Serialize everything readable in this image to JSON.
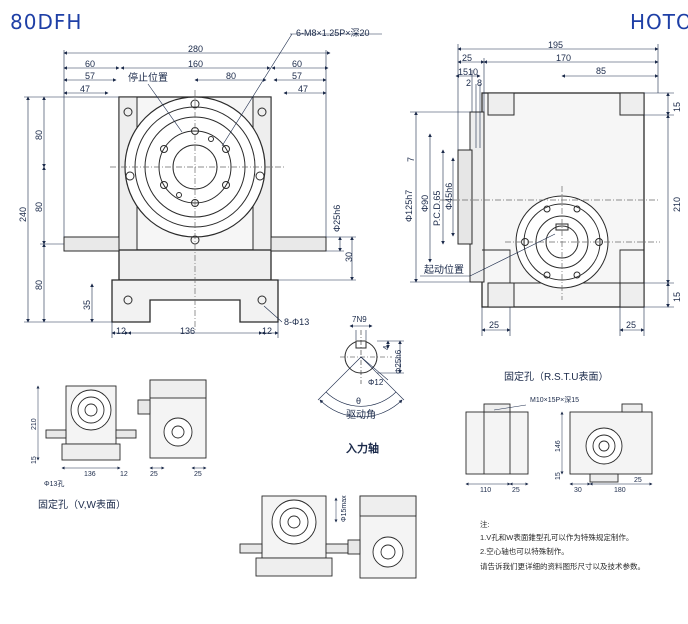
{
  "header": {
    "model": "80DFH",
    "brand": "HOTO"
  },
  "front_view": {
    "tap_callout": "6-M8×1.25P×深20",
    "stop_position": "停止位置",
    "hole_callout": "8-Φ13",
    "dims_top": [
      "280",
      "160",
      "60",
      "57",
      "47",
      "80",
      "60",
      "57",
      "47"
    ],
    "dims_left": [
      "240",
      "80",
      "80",
      "80",
      "35"
    ],
    "dims_right": [
      "Φ25h6",
      "30"
    ],
    "dims_bottom": [
      "12",
      "136",
      "12"
    ]
  },
  "side_view": {
    "dims_top": [
      "195",
      "25",
      "170",
      "15",
      "10",
      "2",
      "8",
      "85"
    ],
    "dims_left": [
      "Φ125h7",
      "Φ90",
      "P.C.D.65",
      "Φ45h6",
      "7"
    ],
    "dims_right": [
      "210",
      "15",
      "15"
    ],
    "dims_bottom": [
      "25",
      "25"
    ],
    "start_position": "起动位置"
  },
  "shaft_detail": {
    "key": "7N9",
    "key_depth": "4",
    "shaft_dia": "Φ25h6",
    "theta_label": "θ",
    "phi12": "Φ12",
    "drive_angle": "驱动角",
    "input_shaft": "入力轴"
  },
  "mount_vw": {
    "dims": [
      "210",
      "15",
      "136",
      "12",
      "25",
      "25"
    ],
    "hole": "Φ13孔",
    "caption": "固定孔（V,W表面）"
  },
  "mount_rstu": {
    "caption": "固定孔（R.S.T.U表面）",
    "tap": "M10×15P×深15",
    "dims": [
      "146",
      "15",
      "110",
      "25",
      "30",
      "180",
      "25"
    ]
  },
  "small_views": {
    "dim": "Φ15max"
  },
  "notes": {
    "title": "注:",
    "items": [
      "1.V孔和W表面錐型孔可以作为特殊规定制作。",
      "2.空心轴也可以特殊制作。",
      "请告诉我们更详细的资料图形尺寸以及技术参数。"
    ]
  }
}
